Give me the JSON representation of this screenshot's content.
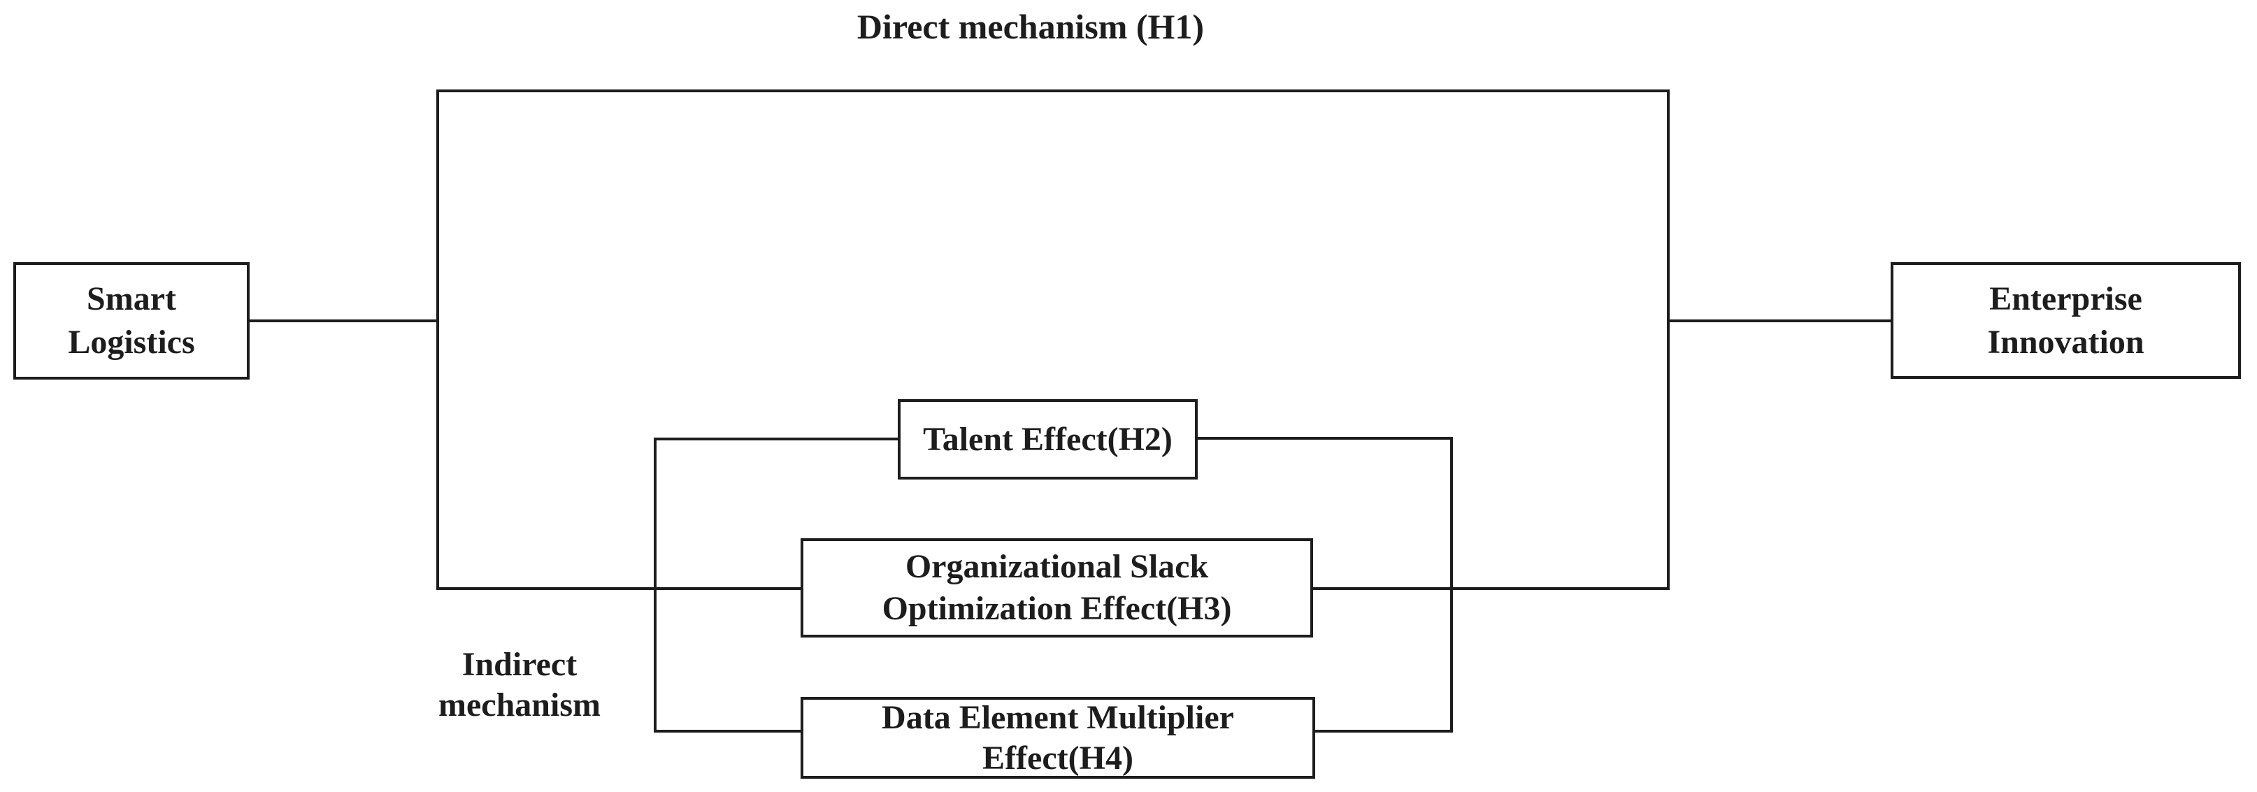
{
  "figure": {
    "title": "Direct mechanism (H1)",
    "indirect_label": {
      "line1": "Indirect",
      "line2": "mechanism"
    }
  },
  "nodes": {
    "smart_logistics": {
      "line1": "Smart",
      "line2": "Logistics"
    },
    "enterprise_innovation": {
      "line1": "Enterprise",
      "line2": "Innovation"
    },
    "talent_effect": {
      "line1": "Talent Effect(H2)"
    },
    "organizational_slack": {
      "line1": "Organizational Slack",
      "line2": "Optimization Effect(H3)"
    },
    "data_element": {
      "line1": "Data Element Multiplier",
      "line2": "Effect(H4)"
    }
  },
  "colors": {
    "ink": "#1d1d1d",
    "paper": "#ffffff"
  }
}
